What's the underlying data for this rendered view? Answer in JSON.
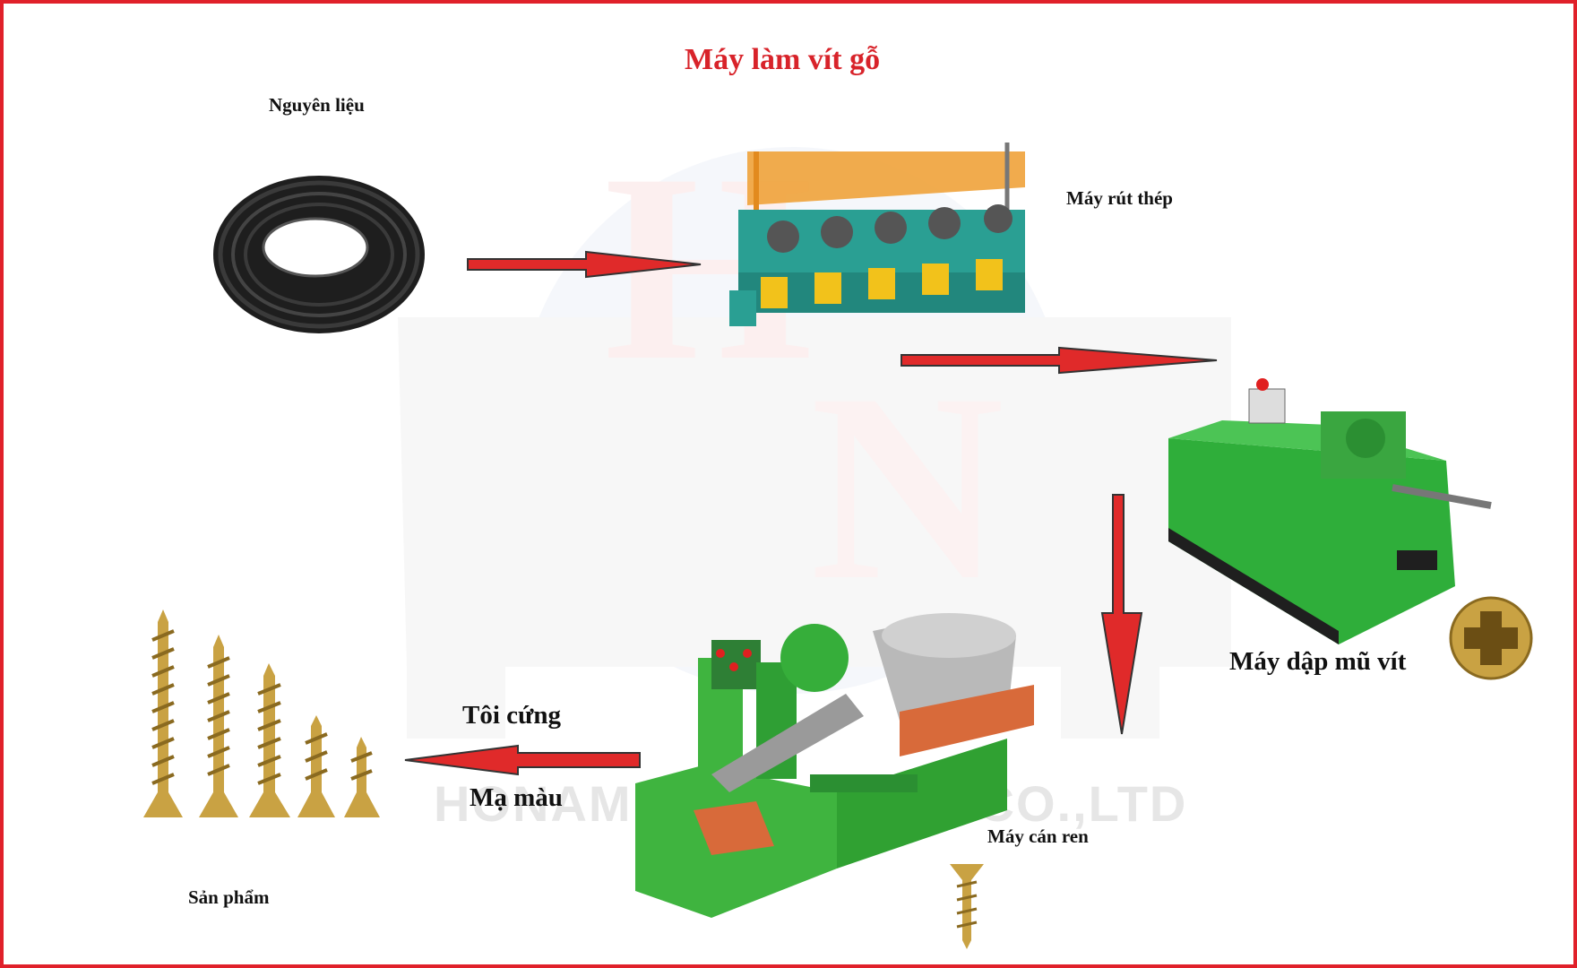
{
  "title": "Máy làm vít gỗ",
  "labels": {
    "raw_material": "Nguyên liệu",
    "wire_drawing": "Máy rút thép",
    "head_stamping": "Máy dập mũ vít",
    "thread_rolling": "Máy cán ren",
    "hardening": "Tôi cứng",
    "plating": "Mạ màu",
    "product": "Sản phẩm"
  },
  "watermark": "HONAM EQUIPMENT CO.,LTD",
  "colors": {
    "border": "#e0202a",
    "title": "#d8232a",
    "arrow": "#e02a2a",
    "machine_green": "#2fae3a",
    "machine_teal": "#2a9f93",
    "machine_yellow": "#f2c21b",
    "brass": "#c9a243"
  }
}
